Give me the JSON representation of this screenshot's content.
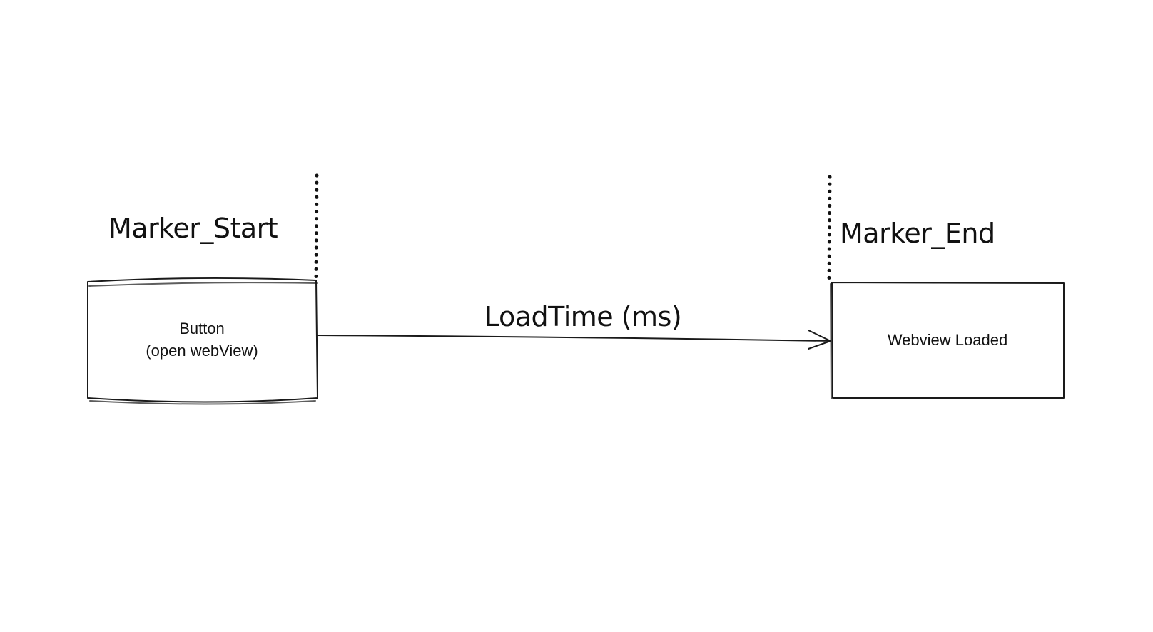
{
  "diagram": {
    "nodes": [
      {
        "id": "button",
        "lines": [
          "Button",
          "(open webView)"
        ]
      },
      {
        "id": "webview",
        "lines": [
          "Webview Loaded"
        ]
      }
    ],
    "markers": [
      {
        "id": "start",
        "label": "Marker_Start"
      },
      {
        "id": "end",
        "label": "Marker_End"
      }
    ],
    "edge": {
      "from": "button",
      "to": "webview",
      "label": "LoadTime (ms)"
    },
    "colors": {
      "stroke": "#1a1a1a",
      "background": "#ffffff"
    }
  }
}
